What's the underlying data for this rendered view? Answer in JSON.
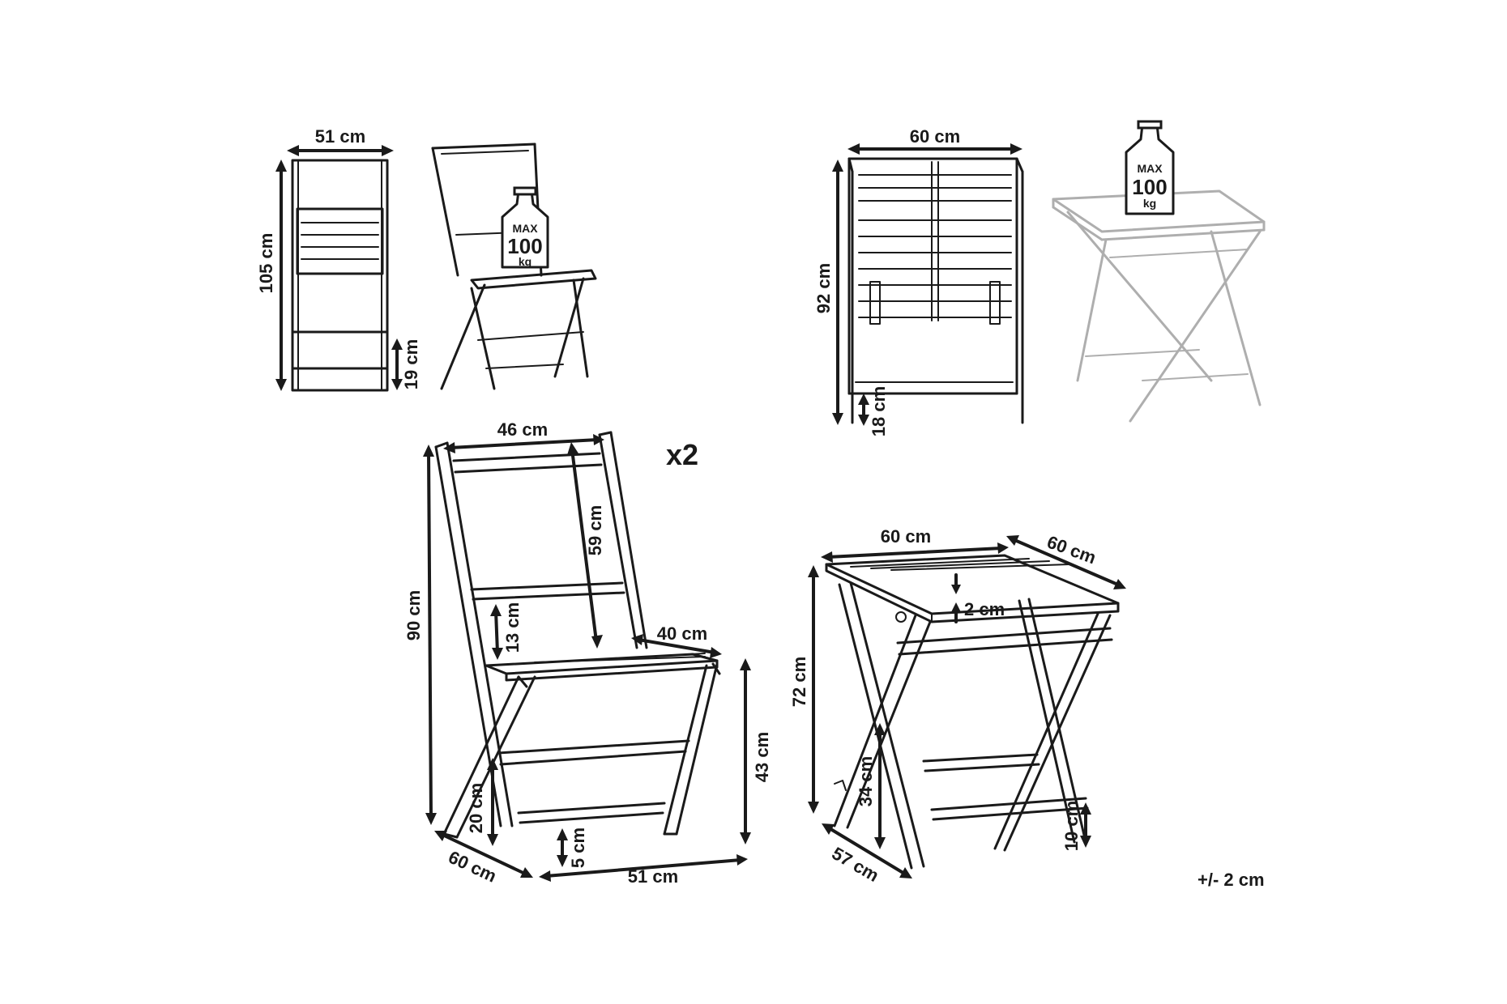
{
  "chair_folded": {
    "width": "51 cm",
    "height": "105 cm",
    "foot": "19 cm",
    "max_label": "MAX",
    "max_value": "100",
    "max_unit": "kg"
  },
  "table_folded": {
    "width": "60 cm",
    "height": "92 cm",
    "foot": "18 cm",
    "max_label": "MAX",
    "max_value": "100",
    "max_unit": "kg"
  },
  "chair": {
    "count": "x2",
    "back_width": "46 cm",
    "back_height": "59 cm",
    "height": "90 cm",
    "backrest_gap": "13 cm",
    "seat_depth": "40 cm",
    "seat_height": "43 cm",
    "stretcher": "20 cm",
    "foot": "5 cm",
    "depth": "60 cm",
    "width": "51 cm"
  },
  "table": {
    "width": "60 cm",
    "depth": "60 cm",
    "top_thickness": "2 cm",
    "height": "72 cm",
    "stretcher": "34 cm",
    "foot": "10 cm",
    "base_depth": "57 cm"
  },
  "tolerance": "+/- 2 cm"
}
